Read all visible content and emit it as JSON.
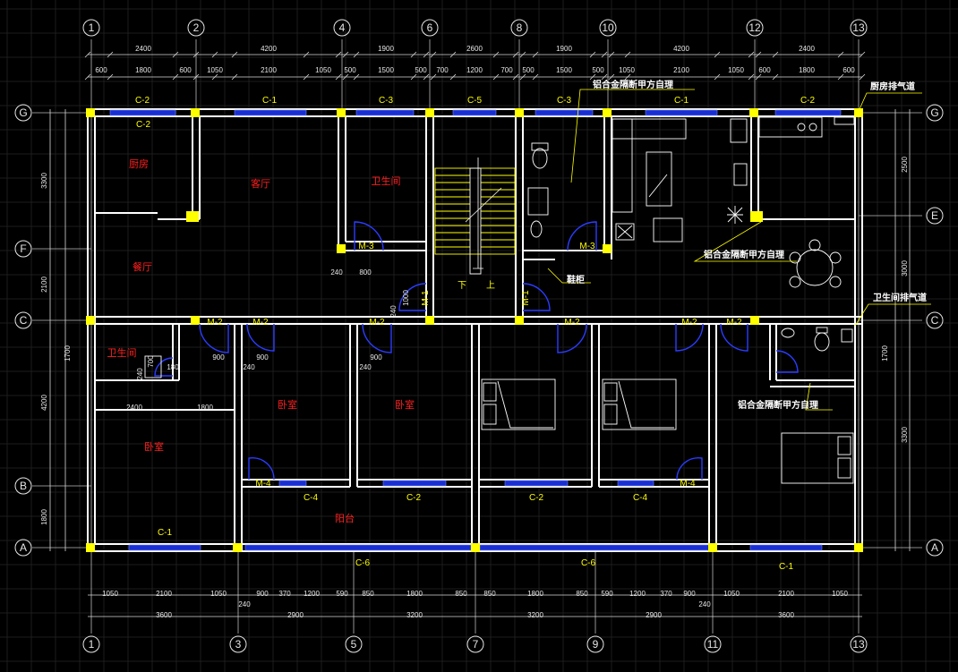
{
  "axes": {
    "top": [
      "1",
      "2",
      "4",
      "6",
      "8",
      "10",
      "12",
      "13"
    ],
    "bottom": [
      "1",
      "3",
      "5",
      "7",
      "9",
      "11",
      "13"
    ],
    "left": [
      "G",
      "F",
      "C",
      "B",
      "A"
    ],
    "right": [
      "G",
      "E",
      "C",
      "A"
    ]
  },
  "dims": {
    "top_outer": [
      "2400",
      "4200",
      "1900",
      "2600",
      "1900",
      "4200",
      "2400"
    ],
    "top_inner": [
      "600",
      "1800",
      "600",
      "1050",
      "2100",
      "1050",
      "500",
      "1500",
      "500",
      "700",
      "1200",
      "700",
      "500",
      "1500",
      "500",
      "1050",
      "2100",
      "1050",
      "600",
      "1800",
      "600"
    ],
    "bottom_inner": [
      "1050",
      "2100",
      "1050",
      "900",
      "370",
      "1200",
      "590",
      "850",
      "1800",
      "850",
      "850",
      "1800",
      "850",
      "590",
      "1200",
      "370",
      "900",
      "1050",
      "2100",
      "1050"
    ],
    "bottom_outer": [
      "3600",
      "2900",
      "3200",
      "3200",
      "2900",
      "3600"
    ],
    "bottom_wall": "240",
    "left": [
      "3300",
      "2100",
      "1700",
      "4200",
      "1800"
    ],
    "right": [
      "2500",
      "3000",
      "1700",
      "3300"
    ],
    "misc": [
      "240",
      "800",
      "1000",
      "240",
      "700",
      "180",
      "240",
      "900",
      "900",
      "240",
      "900",
      "2400",
      "1800",
      "240"
    ]
  },
  "windows": [
    "C-2",
    "C-1",
    "C-3",
    "C-5",
    "C-3",
    "C-1",
    "C-2",
    "C-2",
    "C-1",
    "C-4",
    "C-2",
    "C-2",
    "C-4",
    "C-6",
    "C-6",
    "C-1"
  ],
  "doors": [
    "M-3",
    "M-3",
    "M-1",
    "M-1",
    "M-2",
    "M-2",
    "M-2",
    "M-2",
    "M-2",
    "M-2",
    "M-4",
    "M-4"
  ],
  "rooms": {
    "kitchen": "厨房",
    "living": "客厅",
    "bath_top": "卫生间",
    "dining": "餐厅",
    "bath_left": "卫生间",
    "bed1": "卧室",
    "bed2": "卧室",
    "bed3": "卧室",
    "balcony": "阳台",
    "stair_down": "下",
    "stair_up": "上"
  },
  "notes": {
    "partition_top": "铝合金隔断甲方自理",
    "kitchen_vent": "厨房排气道",
    "partition_right": "铝合金隔断甲方自理",
    "bath_vent": "卫生间排气道",
    "partition_lower": "铝合金隔断甲方自理",
    "shoe_cabinet": "鞋柜"
  },
  "colors": {
    "wall": "#ffffff",
    "column": "#ffff00",
    "window": "#1a2fd1",
    "room_label": "#ff2020",
    "door": "#2b3cff"
  }
}
